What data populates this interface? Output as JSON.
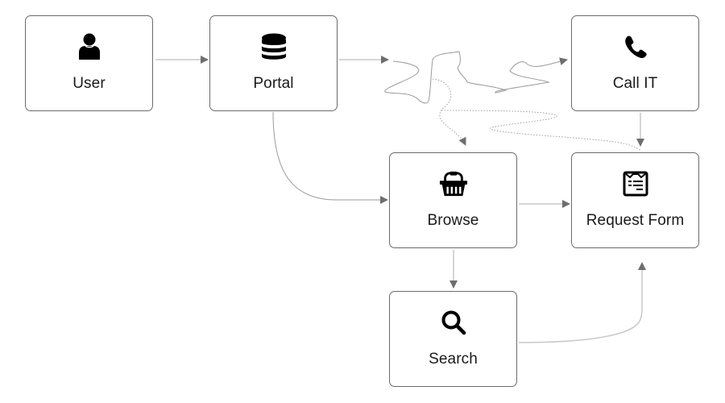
{
  "diagram": {
    "nodes": [
      {
        "id": "user",
        "label": "User",
        "icon": "user-icon"
      },
      {
        "id": "portal",
        "label": "Portal",
        "icon": "database-icon"
      },
      {
        "id": "call-it",
        "label": "Call IT",
        "icon": "phone-icon"
      },
      {
        "id": "browse",
        "label": "Browse",
        "icon": "shopping-basket-icon"
      },
      {
        "id": "request-form",
        "label": "Request Form",
        "icon": "form-icon"
      },
      {
        "id": "search",
        "label": "Search",
        "icon": "search-icon"
      }
    ],
    "edges": [
      {
        "from": "user",
        "to": "portal",
        "style": "solid",
        "shape": "straight"
      },
      {
        "from": "portal",
        "to": "call-it",
        "style": "solid",
        "shape": "wavy"
      },
      {
        "from": "portal",
        "to": "browse",
        "style": "solid",
        "shape": "curved"
      },
      {
        "from": "portal",
        "to": "browse",
        "style": "dotted",
        "shape": "wavy"
      },
      {
        "from": "call-it",
        "to": "request-form",
        "style": "solid",
        "shape": "straight"
      },
      {
        "from": "browse",
        "to": "request-form",
        "style": "solid",
        "shape": "straight"
      },
      {
        "from": "browse",
        "to": "search",
        "style": "solid",
        "shape": "straight"
      },
      {
        "from": "search",
        "to": "request-form",
        "style": "solid",
        "shape": "curved"
      }
    ],
    "colors": {
      "node_border": "#6b6b6b",
      "edge": "#bdbdbd",
      "edge_dark": "#8a8a8a",
      "arrow": "#6e6e6e",
      "icon": "#000000",
      "text": "#1a1a1a"
    }
  }
}
